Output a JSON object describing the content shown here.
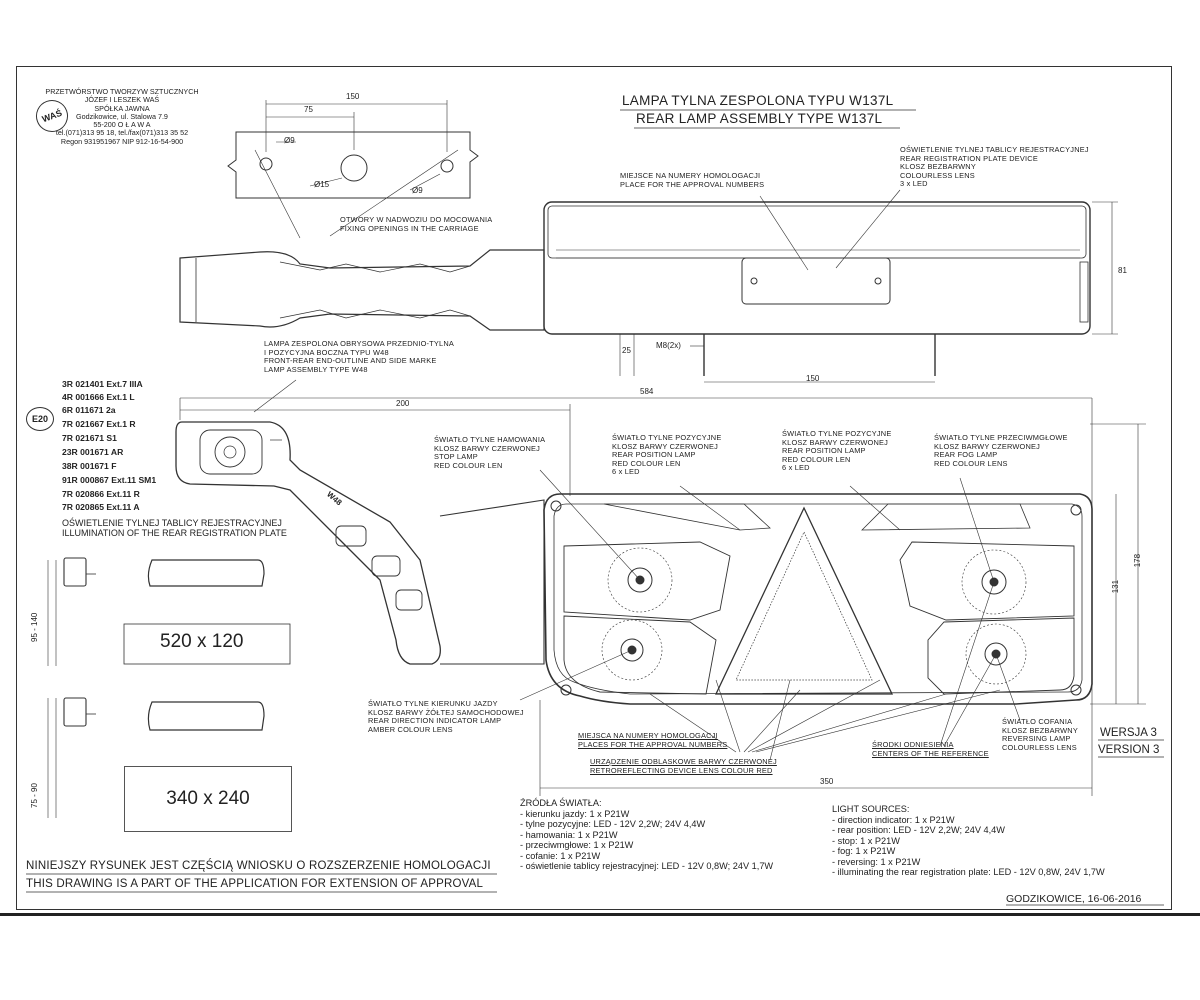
{
  "company": {
    "logo_text": "WAŚ",
    "lines": [
      "PRZETWÓRSTWO TWORZYW SZTUCZNYCH",
      "JÓZEF I LESZEK WAŚ",
      "SPÓŁKA JAWNA",
      "Godzikowice, ul. Stalowa 7.9",
      "55-200   O Ł A W A",
      "tel.(071)313 95 18, tel./fax(071)313 35 52",
      "Regon 931951967 NIP 912-16-54-900"
    ]
  },
  "title": {
    "pl": "LAMPA TYLNA ZESPOLONA TYPU W137L",
    "en": "REAR LAMP ASSEMBLY TYPE W137L"
  },
  "mounting": {
    "dim_150": "150",
    "dim_75": "75",
    "hole_left": "Ø9",
    "hole_center": "Ø15",
    "hole_right": "Ø9",
    "label_pl": "OTWORY W NADWOZIU DO MOCOWANIA",
    "label_en": "FIXING OPENINGS IN THE CARRIAGE"
  },
  "top_view": {
    "approval_pl": "MIEJSCE NA NUMERY HOMOLOGACJI",
    "approval_en": "PLACE FOR THE APPROVAL NUMBERS",
    "plate_pl_1": "OŚWIETLENIE TYLNEJ TABLICY REJESTRACYJNEJ",
    "plate_en_1": "REAR REGISTRATION PLATE DEVICE",
    "plate_pl_2": "KLOSZ BEZBARWNY",
    "plate_en_2": "COLOURLESS LENS",
    "plate_led": "3 x LED",
    "dim_81": "81",
    "dim_25": "25",
    "bolt": "M8(2x)",
    "dim_150": "150"
  },
  "side_lamp": {
    "pl_1": "LAMPA ZESPOLONA OBRYSOWA PRZEDNIO-TYLNA",
    "pl_2": "I POZYCYJNA BOCZNA TYPU W48",
    "en_1": "FRONT-REAR END-OUTLINE AND SIDE MARKE",
    "en_2": "LAMP ASSEMBLY TYPE W48",
    "arm_label": "W48"
  },
  "dims": {
    "d584": "584",
    "d200": "200",
    "d178": "178",
    "d131": "131",
    "d350": "350"
  },
  "homologations": {
    "e_mark": "E20",
    "items": [
      "3R 021401 Ext.7 IIIA",
      "4R 001666 Ext.1 L",
      "6R 011671 2a",
      "7R 021667 Ext.1 R",
      "7R 021671 S1",
      "23R 001671 AR",
      "38R 001671 F",
      "91R 000867 Ext.11 SM1",
      "7R 020866 Ext.11 R",
      "7R 020865 Ext.11 A"
    ]
  },
  "plate_illum": {
    "pl": "OŚWIETLENIE TYLNEJ TABLICY REJESTRACYJNEJ",
    "en": "ILLUMINATION OF THE REAR REGISTRATION PLATE",
    "size_1": "520 x 120",
    "size_2": "340 x 240",
    "range_1": "95 - 140",
    "range_2": "75 - 90"
  },
  "callouts": {
    "stop": [
      "ŚWIATŁO TYLNE  HAMOWANIA",
      "KLOSZ BARWY CZERWONEJ",
      "STOP LAMP",
      "RED COLOUR LEN"
    ],
    "rear_pos_1": [
      "ŚWIATŁO TYLNE POZYCYJNE",
      "KLOSZ BARWY CZERWONEJ",
      "REAR POSITION LAMP",
      "RED COLOUR LEN",
      "6 x LED"
    ],
    "rear_pos_2": [
      "ŚWIATŁO TYLNE POZYCYJNE",
      "KLOSZ BARWY CZERWONEJ",
      "REAR POSITION LAMP",
      "RED COLOUR LEN",
      "6 x LED"
    ],
    "fog": [
      "ŚWIATŁO TYLNE PRZECIWMGŁOWE",
      "KLOSZ BARWY CZERWONEJ",
      "REAR FOG LAMP",
      "RED COLOUR LENS"
    ],
    "direction": [
      "ŚWIATŁO TYLNE KIERUNKU JAZDY",
      "KLOSZ BARWY ŻÓŁTEJ SAMOCHODOWEJ",
      "REAR DIRECTION INDICATOR LAMP",
      "AMBER COLOUR LENS"
    ],
    "approvals": [
      "MIEJSCA NA NUMERY HOMOLOGACJI",
      "PLACES FOR THE APPROVAL NUMBERS"
    ],
    "retro": [
      "URZĄDZENIE ODBLASKOWE BARWY CZERWONEJ",
      "RETROREFLECTING DEVICE LENS COLOUR RED"
    ],
    "centers": [
      "ŚRODKI ODNIESIENIA",
      "CENTERS OF THE REFERENCE"
    ],
    "reversing": [
      "ŚWIATŁO COFANIA",
      "KLOSZ BEZBARWNY",
      "REVERSING LAMP",
      "COLOURLESS LENS"
    ]
  },
  "version": {
    "pl": "WERSJA 3",
    "en": "VERSION 3"
  },
  "sources_pl": {
    "title": "ŹRÓDŁA ŚWIATŁA:",
    "items": [
      "- kierunku jazdy: 1 x P21W",
      "- tylne pozycyjne: LED - 12V 2,2W;   24V 4,4W",
      "- hamowania: 1 x P21W",
      "- przeciwmgłowe: 1 x P21W",
      "- cofanie:  1 x P21W",
      "- oświetlenie tablicy rejestracyjnej: LED - 12V 0,8W;   24V 1,7W"
    ]
  },
  "sources_en": {
    "title": "LIGHT SOURCES:",
    "items": [
      "- direction indicator: 1 x P21W",
      "- rear position: LED - 12V 2,2W;   24V 4,4W",
      "- stop: 1 x P21W",
      "- fog: 1 x P21W",
      "- reversing: 1 x P21W",
      "- illuminating the rear registration plate: LED - 12V 0,8W,   24V 1,7W"
    ]
  },
  "footer": {
    "pl": "NINIEJSZY RYSUNEK JEST CZĘŚCIĄ  WNIOSKU O  ROZSZERZENIE HOMOLOGACJI",
    "en": "THIS DRAWING IS A PART OF THE APPLICATION FOR EXTENSION OF  APPROVAL",
    "date": "GODZIKOWICE,  16-06-2016"
  },
  "colors": {
    "line": "#333333",
    "paper": "#ffffff"
  }
}
